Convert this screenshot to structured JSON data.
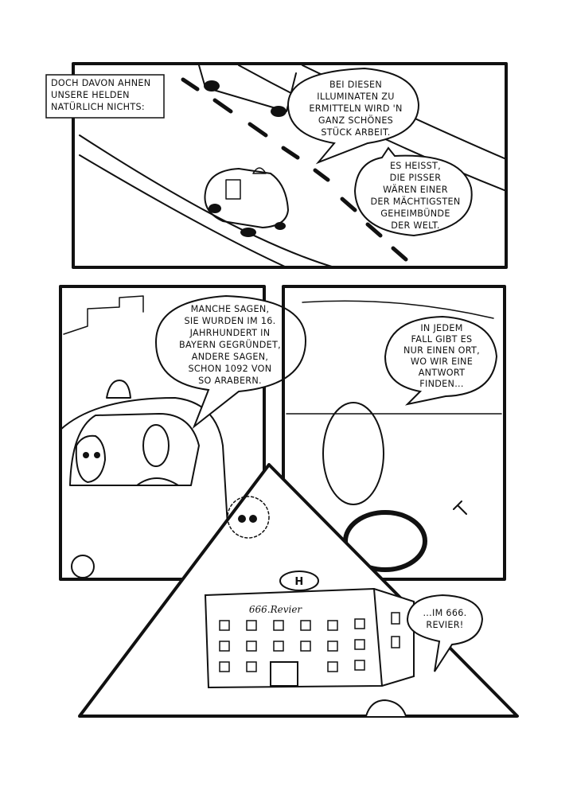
{
  "panel1": {
    "caption": [
      "DOCH DAVON AHNEN",
      "UNSERE HELDEN",
      "NATÜRLICH NICHTS:"
    ],
    "bubble1": [
      "BEI DIESEN",
      "ILLUMINATEN ZU",
      "ERMITTELN WIRD 'N",
      "GANZ SCHÖNES",
      "STÜCK ARBEIT."
    ],
    "bubble2": [
      "ES HEISST,",
      "DIE PISSER",
      "WÄREN EINER",
      "DER MÄCHTIGSTEN",
      "GEHEIMBÜNDE",
      "DER WELT."
    ]
  },
  "panel2": {
    "bubble": [
      "MANCHE SAGEN,",
      "SIE WURDEN IM 16.",
      "JAHRHUNDERT IN",
      "BAYERN GEGRÜNDET,",
      "ANDERE SAGEN,",
      "SCHON 1092 VON",
      "SO ARABERN."
    ]
  },
  "panel3": {
    "bubble": [
      "IN JEDEM",
      "FALL GIBT ES",
      "NUR EINEN ORT,",
      "WO WIR EINE",
      "ANTWORT",
      "FINDEN..."
    ]
  },
  "panel4": {
    "building_sign": "666.Revier",
    "helipad_letter": "H",
    "bubble": [
      "...IM 666.",
      "REVIER!"
    ]
  }
}
